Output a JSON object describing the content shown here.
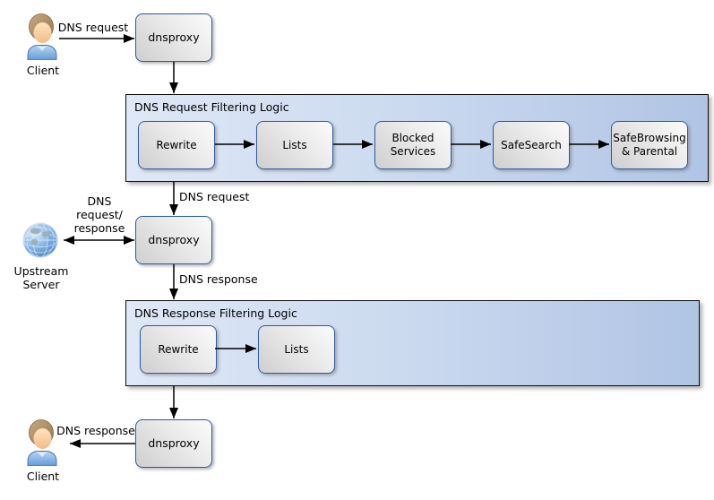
{
  "nodes": {
    "client_top": {
      "label": "Client",
      "icon": "person-icon"
    },
    "dnsproxy_top": {
      "label": "dnsproxy"
    },
    "dnsproxy_mid": {
      "label": "dnsproxy"
    },
    "dnsproxy_bottom": {
      "label": "dnsproxy"
    },
    "upstream_server": {
      "label": "Upstream Server",
      "icon": "globe-icon"
    },
    "client_bottom": {
      "label": "Client",
      "icon": "person-icon"
    }
  },
  "containers": {
    "request_filter": {
      "title": "DNS Request Filtering Logic",
      "steps": [
        "Rewrite",
        "Lists",
        "Blocked Services",
        "SafeSearch",
        "SafeBrowsing & Parental"
      ]
    },
    "response_filter": {
      "title": "DNS Response Filtering Logic",
      "steps": [
        "Rewrite",
        "Lists"
      ]
    }
  },
  "edge_labels": {
    "client_to_proxy": "DNS request",
    "proxy_to_request_filter": "DNS request",
    "proxy_to_response_filter": "DNS response",
    "upstream_link": "DNS request/ response",
    "proxy_to_client": "DNS response"
  },
  "colors": {
    "container_fill_left": "#dee8f6",
    "container_fill_right": "#b0c4e4",
    "container_border": "#0d0d0d",
    "node_border": "#2e5b9e",
    "node_fill_light": "#fbfbfb",
    "node_fill_dark": "#cfcfcf",
    "arrow": "#000000",
    "globe_blue": "#4a86c8",
    "person_shirt_blue": "#6ca0dd"
  }
}
